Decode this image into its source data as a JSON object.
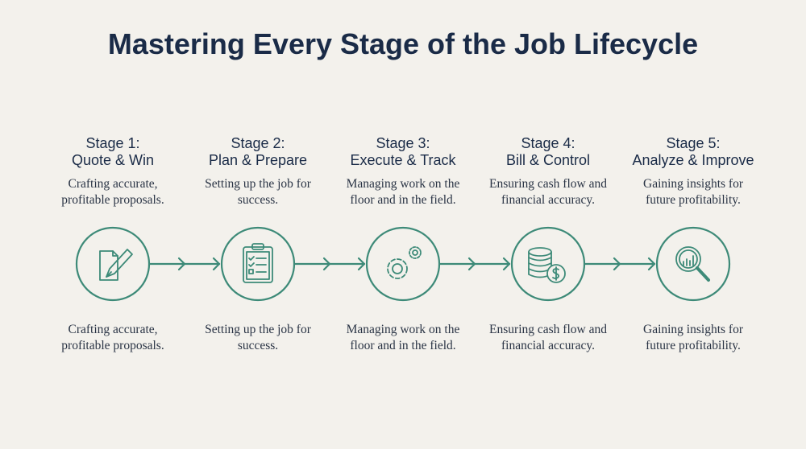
{
  "title": "Mastering Every Stage of the Job Lifecycle",
  "accent": "#3d8a78",
  "stages": [
    {
      "number": "Stage 1:",
      "name": "Quote & Win",
      "description": "Crafting accurate, profitable proposals.",
      "detail": "Crafting accurate, profitable proposals.",
      "icon": "document-pen-icon"
    },
    {
      "number": "Stage 2:",
      "name": "Plan & Prepare",
      "description": "Setting up the job for success.",
      "detail": "Setting up the job for success.",
      "icon": "clipboard-checklist-icon"
    },
    {
      "number": "Stage 3:",
      "name": "Execute & Track",
      "description": "Managing work on the floor and in the field.",
      "detail": "Managing work on the floor and in the field.",
      "icon": "gears-icon"
    },
    {
      "number": "Stage 4:",
      "name": "Bill & Control",
      "description": "Ensuring cash flow and financial accuracy.",
      "detail": "Ensuring cash flow and financial accuracy.",
      "icon": "coins-dollar-icon"
    },
    {
      "number": "Stage 5:",
      "name": "Analyze & Improve",
      "description": "Gaining insights for future profitability.",
      "detail": "Gaining insights for future profitability.",
      "icon": "magnifier-chart-icon"
    }
  ]
}
